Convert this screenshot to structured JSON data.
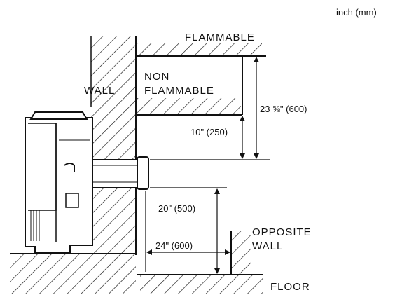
{
  "units_label": "inch (mm)",
  "labels": {
    "flammable": "FLAMMABLE",
    "wall": "WALL",
    "non": "NON",
    "non_flammable": "FLAMMABLE",
    "opposite": "OPPOSITE",
    "opposite_wall": "WALL",
    "floor": "FLOOR"
  },
  "dimensions": {
    "ceiling_clearance": "23 ⅝\" (600)",
    "above_pipe": "10\" (250)",
    "below_pipe": "20\" (500)",
    "to_opposite_wall": "24\" (600)"
  },
  "colors": {
    "line": "#111111",
    "background": "#ffffff"
  }
}
